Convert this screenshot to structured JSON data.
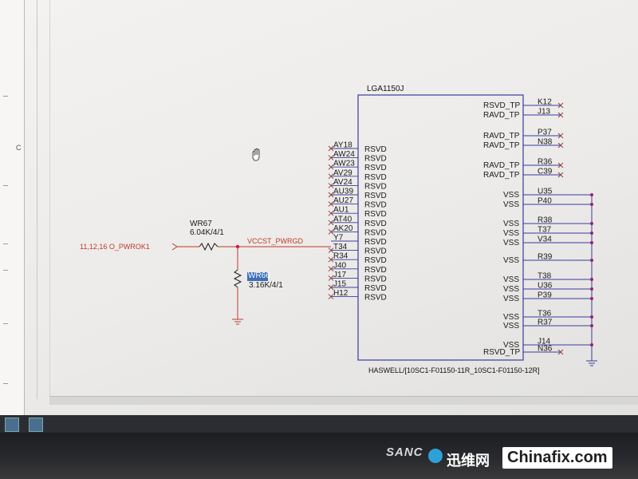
{
  "panel": {
    "letter": "C"
  },
  "component": {
    "ref": "LGA1150J",
    "footer": "HASWELL/[10SC1-F01150-11R_10SC1-F01150-12R]",
    "left_pins": [
      {
        "pin": "AY18",
        "name": "RSVD"
      },
      {
        "pin": "AW24",
        "name": "RSVD"
      },
      {
        "pin": "AW23",
        "name": "RSVD"
      },
      {
        "pin": "AV29",
        "name": "RSVD"
      },
      {
        "pin": "AV24",
        "name": "RSVD"
      },
      {
        "pin": "AU39",
        "name": "RSVD"
      },
      {
        "pin": "AU27",
        "name": "RSVD"
      },
      {
        "pin": "AU1",
        "name": "RSVD"
      },
      {
        "pin": "AT40",
        "name": "RSVD"
      },
      {
        "pin": "AK20",
        "name": "RSVD"
      },
      {
        "pin": "Y7",
        "name": "RSVD"
      },
      {
        "pin": "T34",
        "name": "RSVD"
      },
      {
        "pin": "R34",
        "name": "RSVD"
      },
      {
        "pin": "J40",
        "name": "RSVD"
      },
      {
        "pin": "J17",
        "name": "RSVD"
      },
      {
        "pin": "J15",
        "name": "RSVD"
      },
      {
        "pin": "H12",
        "name": "RSVD"
      }
    ],
    "right_pins": [
      {
        "name": "RSVD_TP",
        "pin": "K12"
      },
      {
        "name": "RAVD_TP",
        "pin": "J13"
      },
      {
        "name": "RAVD_TP",
        "pin": "P37"
      },
      {
        "name": "RAVD_TP",
        "pin": "N38"
      },
      {
        "name": "RAVD_TP",
        "pin": "R36"
      },
      {
        "name": "RAVD_TP",
        "pin": "C39"
      },
      {
        "name": "VSS",
        "pin": "U35"
      },
      {
        "name": "VSS",
        "pin": "P40"
      },
      {
        "name": "VSS",
        "pin": "R38"
      },
      {
        "name": "VSS",
        "pin": "T37"
      },
      {
        "name": "VSS",
        "pin": "V34"
      },
      {
        "name": "VSS",
        "pin": "R39"
      },
      {
        "name": "VSS",
        "pin": "T38"
      },
      {
        "name": "VSS",
        "pin": "U36"
      },
      {
        "name": "VSS",
        "pin": "P39"
      },
      {
        "name": "VSS",
        "pin": "T36"
      },
      {
        "name": "VSS",
        "pin": "R37"
      },
      {
        "name": "VSS",
        "pin": "J14"
      },
      {
        "name": "RSVD_TP",
        "pin": "N36"
      }
    ]
  },
  "nets": {
    "pwrok_in": "11,12,16  O_PWROK1",
    "vccst_pwrgd": "VCCST_PWRGD"
  },
  "resistors": {
    "wr67": {
      "ref": "WR67",
      "value": "6.04K/4/1"
    },
    "wr66": {
      "ref": "WR66",
      "value": "3.16K/4/1"
    }
  },
  "bezel": {
    "brand": "SANC"
  },
  "watermark": {
    "cn": "迅维网",
    "en": "Chinafix.com"
  },
  "colors": {
    "wire": "#c0392b",
    "outline": "#3a3aa0",
    "junction": "#c2185b",
    "highlight": "#3d6fb8"
  }
}
